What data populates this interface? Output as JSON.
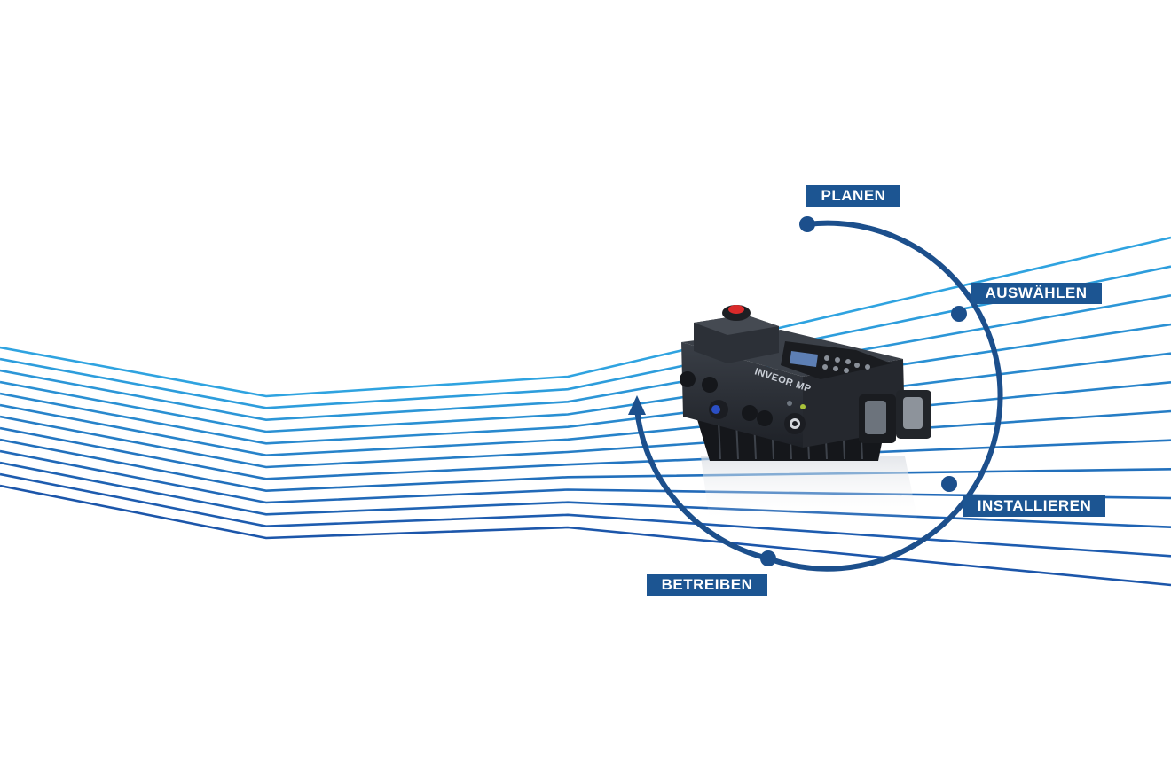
{
  "diagram": {
    "type": "lifecycle-cycle",
    "stages": [
      {
        "key": "planen",
        "label": "PLANEN"
      },
      {
        "key": "auswaehlen",
        "label": "AUSWÄHLEN"
      },
      {
        "key": "installieren",
        "label": "INSTALLIEREN"
      },
      {
        "key": "betreiben",
        "label": "BETREIBEN"
      }
    ]
  },
  "device": {
    "brand_text": "INVEOR MP"
  },
  "colors": {
    "cycle_blue": "#1c4f8c",
    "label_bg": "#1c5592",
    "flow_line_light": "#2fa3e0",
    "flow_line_dark": "#1f5fb0",
    "device_body": "#2b2f36"
  }
}
